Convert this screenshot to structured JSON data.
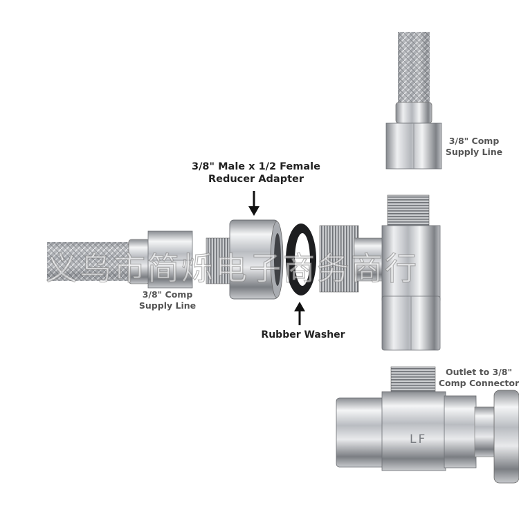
{
  "labels": {
    "adapter_line1": "3/8\" Male x 1/2 Female",
    "adapter_line2": "Reducer Adapter",
    "top_supply_line1": "3/8\" Comp",
    "top_supply_line2": "Supply Line",
    "left_supply_line1": "3/8\" Comp",
    "left_supply_line2": "Supply Line",
    "washer": "Rubber Washer",
    "outlet_line1": "Outlet to 3/8\"",
    "outlet_line2": "Comp Connector",
    "valve_mark": "LF"
  },
  "watermark": "义乌市简烁电子商务商行"
}
